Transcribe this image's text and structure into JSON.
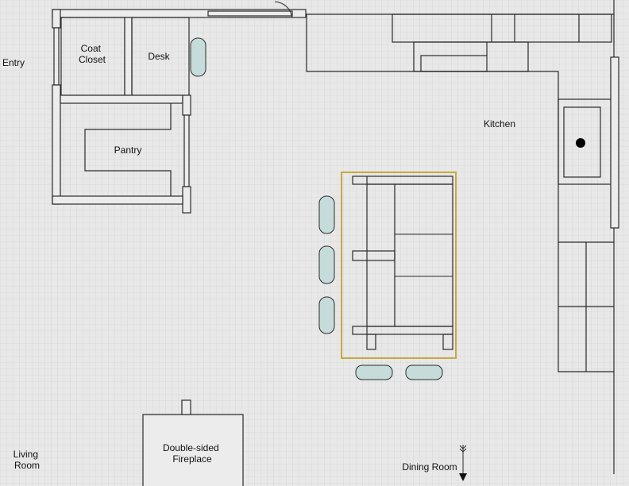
{
  "labels": {
    "entry": "Entry",
    "coat_closet": [
      "Coat",
      "Closet"
    ],
    "desk": "Desk",
    "pantry": "Pantry",
    "kitchen": "Kitchen",
    "fireplace": [
      "Double-sided",
      "Fireplace"
    ],
    "living_room": [
      "Living",
      "Room"
    ],
    "dining_room": "Dining Room"
  },
  "colors": {
    "background": "#e8e8e8",
    "grid": "#cfcfcf",
    "wall_stroke": "#2b2b2b",
    "stool_fill": "#c6dcda",
    "island_outline": "#c8a93f"
  }
}
